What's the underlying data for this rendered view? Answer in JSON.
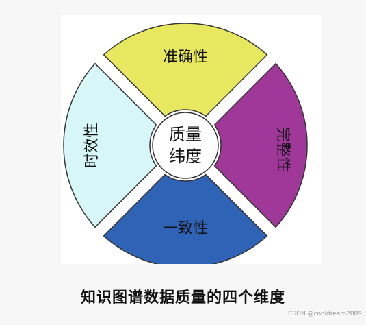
{
  "diagram": {
    "center": {
      "line1": "质量",
      "line2": "纬度",
      "fill": "#ffffff",
      "stroke": "#333333"
    },
    "segments": [
      {
        "id": "top",
        "label": "准确性",
        "fill": "#e8e860",
        "orientation": "horizontal"
      },
      {
        "id": "right",
        "label": "完整性",
        "fill": "#a0389a",
        "orientation": "vertical"
      },
      {
        "id": "bottom",
        "label": "一致性",
        "fill": "#2f63b5",
        "orientation": "horizontal"
      },
      {
        "id": "left",
        "label": "时效性",
        "fill": "#d6f6f8",
        "orientation": "vertical"
      }
    ],
    "stroke": "#333333"
  },
  "caption": "知识图谱数据质量的四个维度",
  "watermark": "CSDN @cooldream2009"
}
